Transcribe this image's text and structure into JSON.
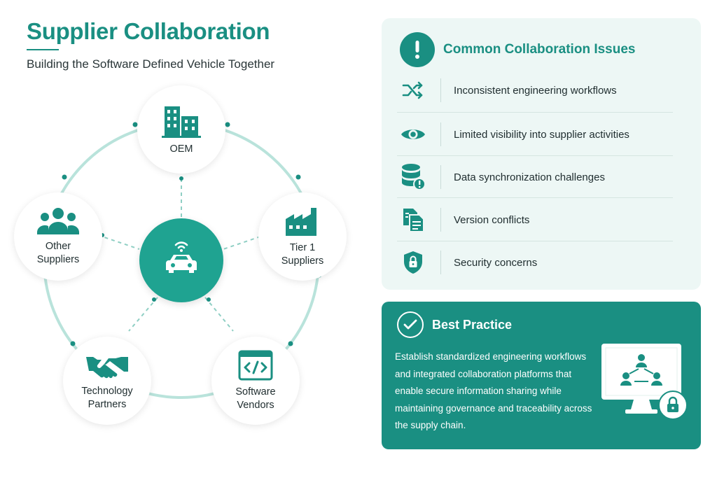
{
  "header": {
    "title": "Supplier Collaboration",
    "subtitle": "Building the Software Defined Vehicle Together"
  },
  "diagram": {
    "hub": {
      "icon": "connected-car-icon"
    },
    "nodes": [
      {
        "label": "OEM",
        "icon": "buildings-icon"
      },
      {
        "label": "Tier 1\nSuppliers",
        "icon": "factory-icon"
      },
      {
        "label": "Software\nVendors",
        "icon": "code-window-icon"
      },
      {
        "label": "Technology\nPartners",
        "icon": "handshake-icon"
      },
      {
        "label": "Other\nSuppliers",
        "icon": "people-group-icon"
      }
    ]
  },
  "issues": {
    "title": "Common Collaboration Issues",
    "badge_icon": "exclamation-icon",
    "items": [
      {
        "text": "Inconsistent engineering workflows",
        "icon": "shuffle-icon"
      },
      {
        "text": "Limited visibility into supplier activities",
        "icon": "eye-icon"
      },
      {
        "text": "Data synchronization challenges",
        "icon": "database-alert-icon"
      },
      {
        "text": "Version conflicts",
        "icon": "documents-icon"
      },
      {
        "text": "Security concerns",
        "icon": "shield-lock-icon"
      }
    ]
  },
  "best_practice": {
    "title": "Best Practice",
    "icon": "checkmark-icon",
    "text": "Establish standardized engineering workflows and integrated collaboration platforms that enable secure information sharing while maintaining governance and traceability across the supply chain.",
    "illustration_icon": "monitor-network-lock-icon"
  },
  "colors": {
    "accent": "#1a8f82",
    "hub": "#1fa391",
    "panel_bg": "#edf7f5"
  }
}
